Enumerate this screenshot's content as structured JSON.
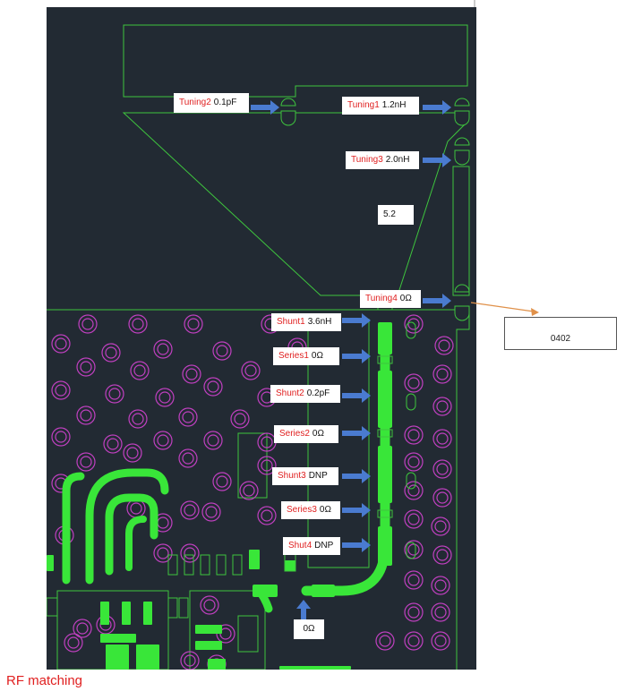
{
  "caption": "RF matching",
  "package_note": "0402",
  "board_label": "5.2",
  "bottom_label": "0Ω",
  "components": [
    {
      "name": "Tuning2",
      "value": "0.1pF"
    },
    {
      "name": "Tuning1",
      "value": "1.2nH"
    },
    {
      "name": "Tuning3",
      "value": "2.0nH"
    },
    {
      "name": "Tuning4",
      "value": "0Ω"
    },
    {
      "name": "Shunt1",
      "value": "3.6nH"
    },
    {
      "name": "Series1",
      "value": "0Ω"
    },
    {
      "name": "Shunt2",
      "value": "0.2pF"
    },
    {
      "name": "Series2",
      "value": "0Ω"
    },
    {
      "name": "Shunt3",
      "value": "DNP"
    },
    {
      "name": "Series3",
      "value": "0Ω"
    },
    {
      "name": "Shut4",
      "value": "DNP"
    }
  ],
  "colors": {
    "board": "#222a33",
    "outline": "#3ec43e",
    "copper": "#39e639",
    "via": "#c040c0",
    "arrow": "#4a7bd0",
    "label_name": "#e02020",
    "orange_arrow": "#e0914a"
  }
}
